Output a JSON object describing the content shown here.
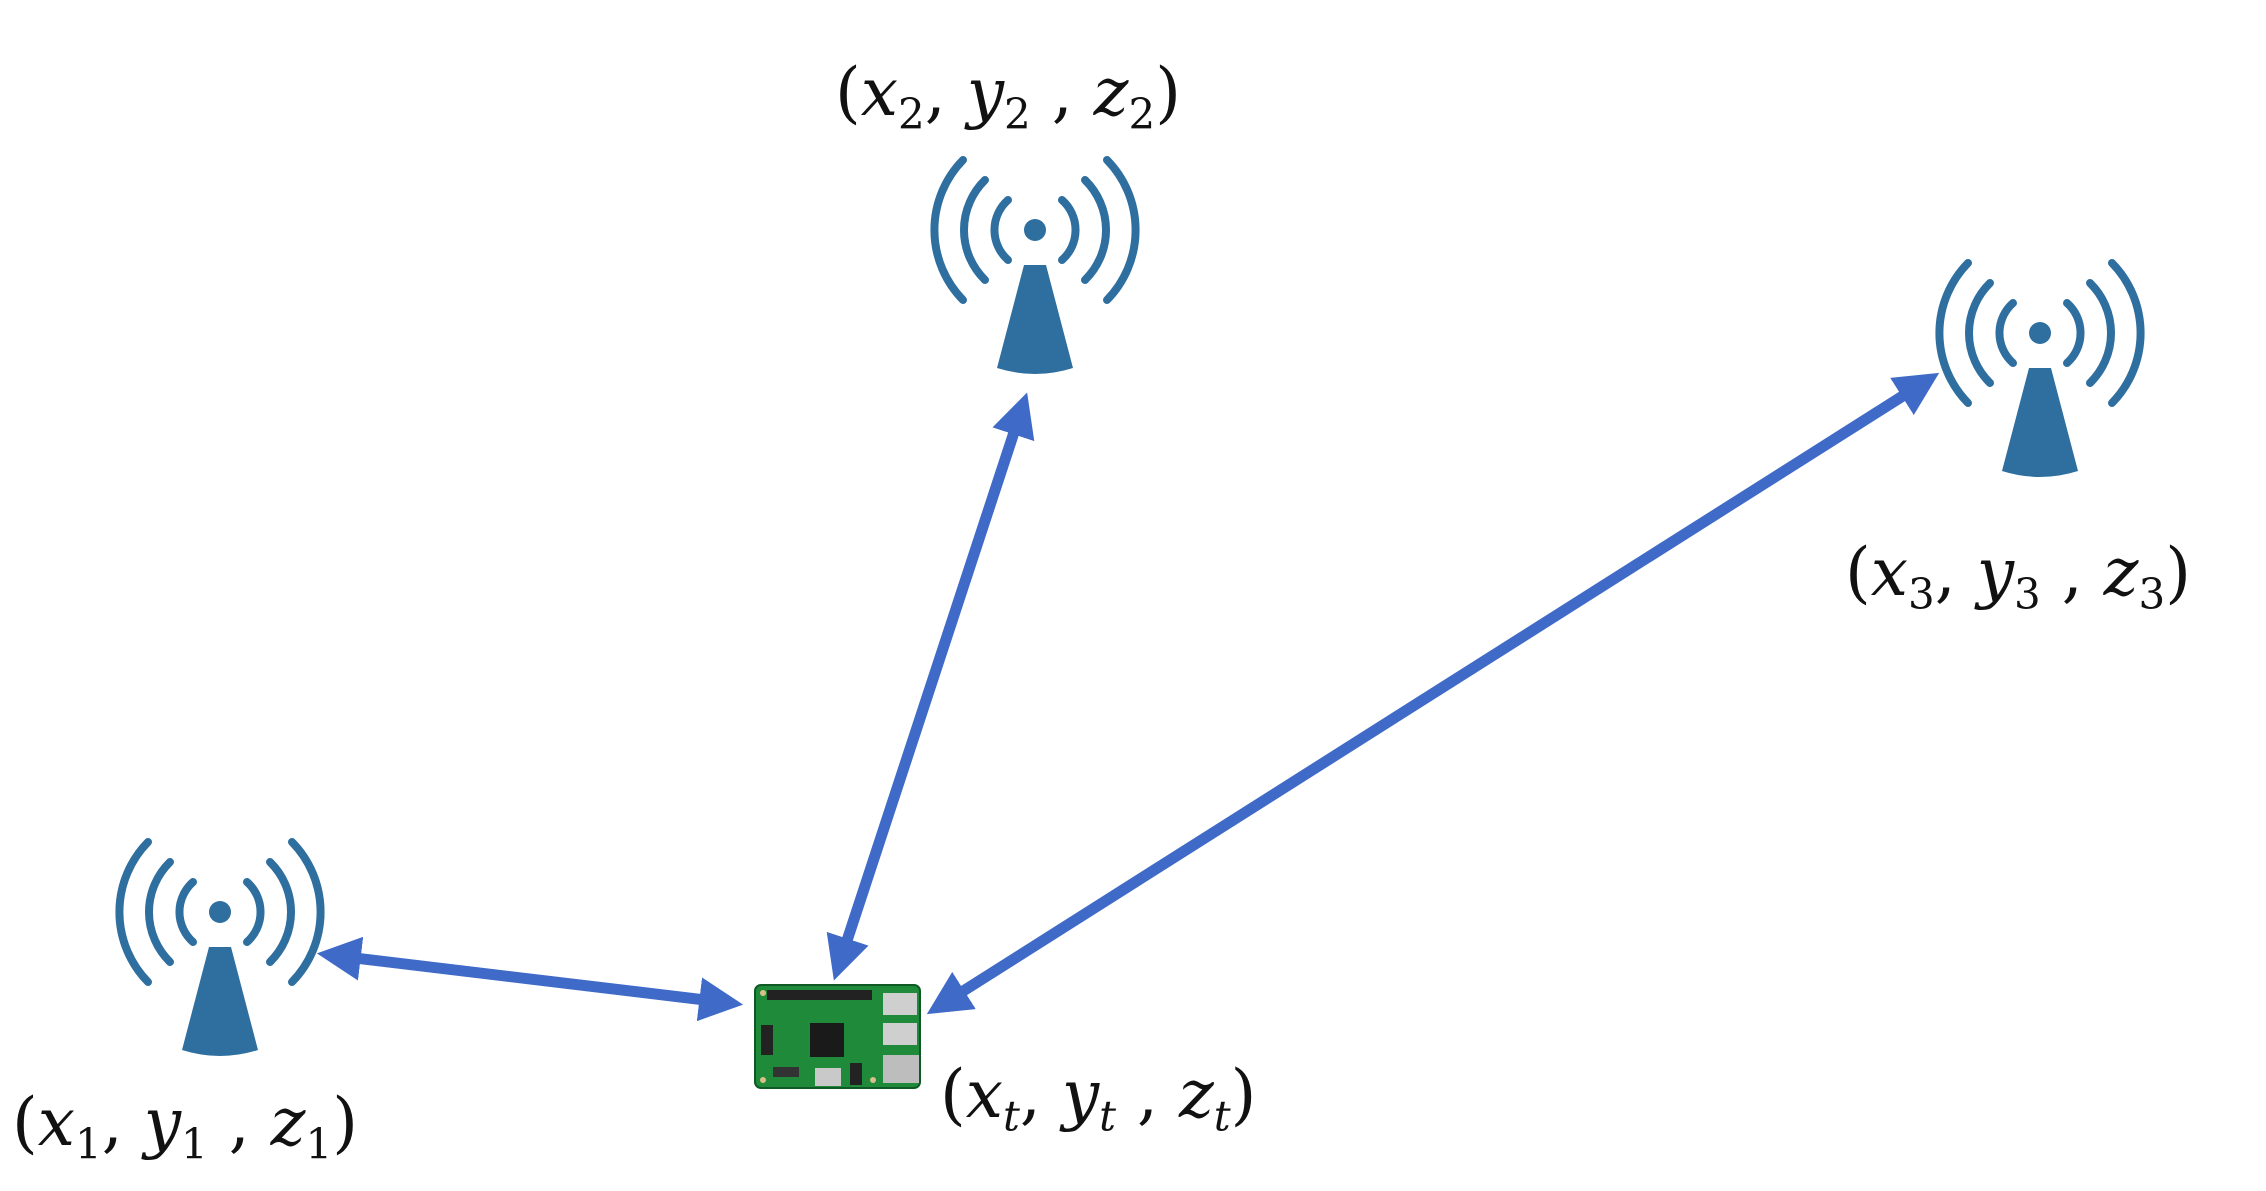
{
  "colors": {
    "tower": "#2f6f9f",
    "arrow": "#3f6ac8",
    "board": "#1e8a3a",
    "text": "#111111"
  },
  "icons": {
    "transmitter": "wifi-tower-icon",
    "device": "raspberry-pi-board-icon"
  },
  "anchors": [
    {
      "var_x": "x",
      "sub_x": "1",
      "var_y": "y",
      "sub_y": "1",
      "var_z": "z",
      "sub_z": "1"
    },
    {
      "var_x": "x",
      "sub_x": "2",
      "var_y": "y",
      "sub_y": "2",
      "var_z": "z",
      "sub_z": "2"
    },
    {
      "var_x": "x",
      "sub_x": "3",
      "var_y": "y",
      "sub_y": "3",
      "var_z": "z",
      "sub_z": "3"
    }
  ],
  "device": {
    "var_x": "x",
    "sub_x": "t",
    "var_y": "y",
    "sub_y": "t",
    "var_z": "z",
    "sub_z": "t"
  },
  "punct": {
    "open": "(",
    "comma": ",",
    "close": ")"
  }
}
